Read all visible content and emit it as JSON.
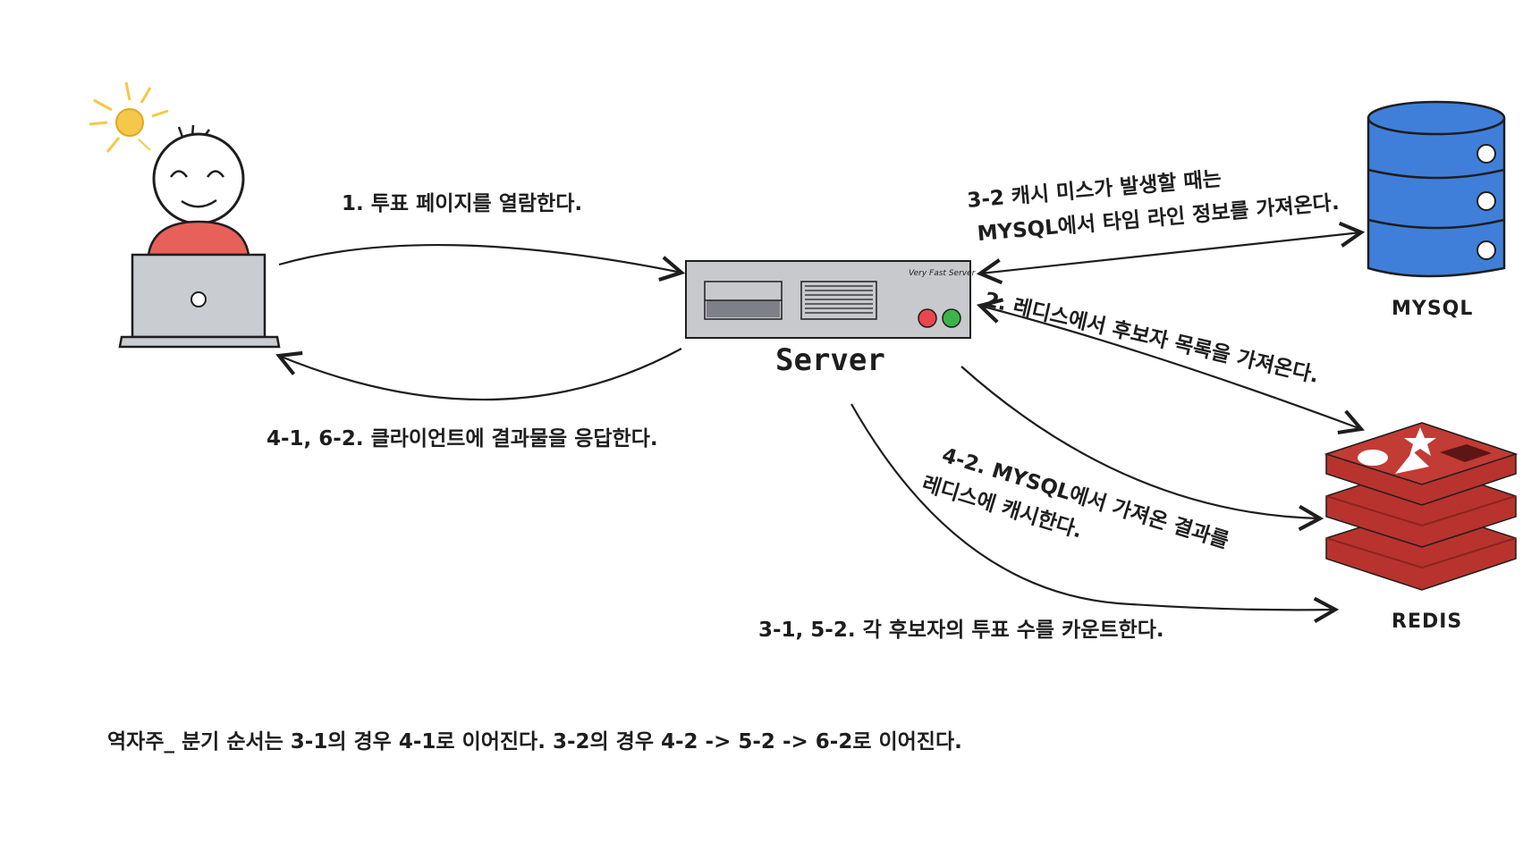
{
  "nodes": {
    "server": {
      "label": "Server",
      "brand": "Very Fast Server"
    },
    "mysql": {
      "label": "MYSQL"
    },
    "redis": {
      "label": "REDIS"
    }
  },
  "edges": {
    "open_page": "1. 투표 페이지를 열람한다.",
    "respond_client": "4-1, 6-2. 클라이언트에 결과물을 응답한다.",
    "cache_miss_line1": "3-2 캐시 미스가 발생할 때는",
    "cache_miss_line2": "MYSQL에서 타임 라인 정보를 가져온다.",
    "fetch_candidates": "2. 레디스에서 후보자 목록을 가져온다.",
    "cache_line1": "4-2. MYSQL에서 가져온 결과를",
    "cache_line2": "레디스에 캐시한다.",
    "count_votes": "3-1, 5-2. 각 후보자의 투표 수를 카운트한다."
  },
  "footnote": "역자주_ 분기 순서는 3-1의 경우 4-1로 이어진다. 3-2의 경우 4-2 -> 5-2 -> 6-2로 이어진다.",
  "colors": {
    "stroke": "#1e1e1e",
    "user_shirt": "#e8605a",
    "laptop": "#c9cdd2",
    "sun": "#f5c84a",
    "server_body": "#c8c9cc",
    "server_red": "#e8484a",
    "server_green": "#3bb44a",
    "mysql_blue": "#3f7fd9",
    "redis_red": "#b8332d",
    "redis_dark": "#8a2520"
  }
}
